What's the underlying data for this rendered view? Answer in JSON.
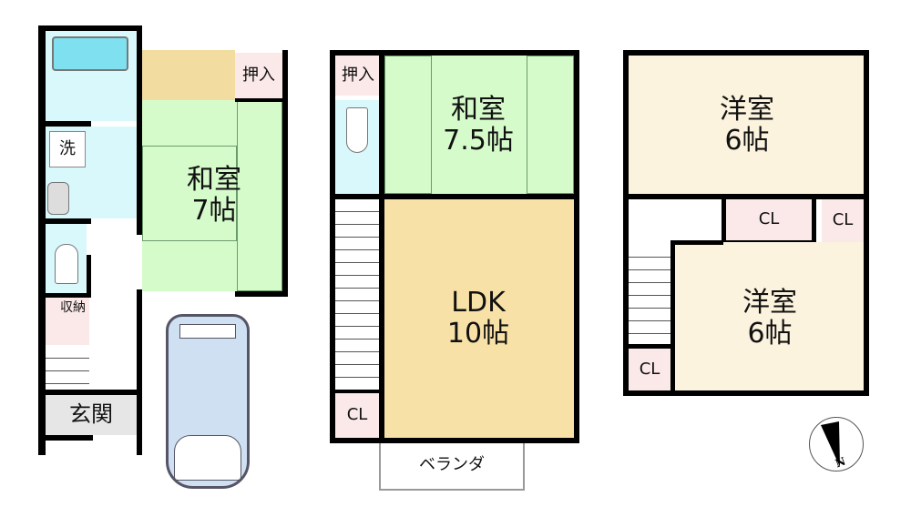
{
  "colors": {
    "tatami": "#d6fbcb",
    "wet": "#d8f8fb",
    "bath": "#7fe0ef",
    "closet": "#fbe8e8",
    "ldk": "#f7e1a7",
    "western": "#fbf3dd",
    "genkan": "#e6e6e6",
    "car": "#cfe0f3",
    "oshiire_floor": "#f2dc9f"
  },
  "floor1": {
    "wash": "洗",
    "japanese_room": "和室\n7帖",
    "oshiire": "押入",
    "storage": "収納",
    "entrance": "玄関"
  },
  "floor2": {
    "oshiire": "押入",
    "japanese_room": "和室\n7.5帖",
    "ldk": "LDK\n10帖",
    "closet": "CL",
    "balcony": "ベランダ"
  },
  "floor3": {
    "western_room_top": "洋室\n6帖",
    "western_room_bottom": "洋室\n6帖",
    "closet_1": "CL",
    "closet_2": "CL",
    "closet_3": "CL"
  },
  "compass": {
    "label": "N"
  }
}
